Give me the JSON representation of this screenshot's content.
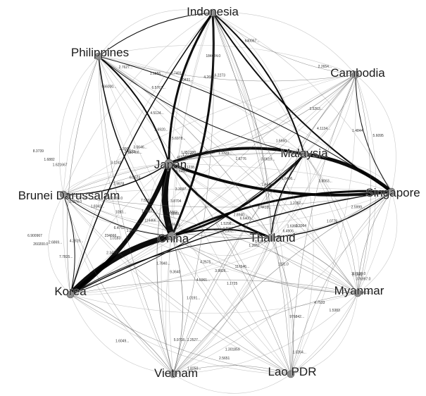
{
  "nodes": [
    {
      "id": "indonesia",
      "label": "Indonesia"
    },
    {
      "id": "philippines",
      "label": "Philippines"
    },
    {
      "id": "cambodia",
      "label": "Cambodia"
    },
    {
      "id": "japan",
      "label": "Japan"
    },
    {
      "id": "malaysia",
      "label": "Malaysia"
    },
    {
      "id": "singapore",
      "label": "Singapore"
    },
    {
      "id": "brunei",
      "label": "Brunei Darussalam"
    },
    {
      "id": "china",
      "label": "China"
    },
    {
      "id": "thailand",
      "label": "Thailand"
    },
    {
      "id": "korea",
      "label": "Korea"
    },
    {
      "id": "myanmar",
      "label": "Myanmar"
    },
    {
      "id": "vietnam",
      "label": "Vietnam"
    },
    {
      "id": "laopdr",
      "label": "Lao PDR"
    }
  ],
  "edges": [
    {
      "from": "japan",
      "to": "china",
      "weight": 9
    },
    {
      "from": "korea",
      "to": "china",
      "weight": 8
    },
    {
      "from": "korea",
      "to": "japan",
      "weight": 6
    },
    {
      "from": "japan",
      "to": "malaysia",
      "weight": 4
    },
    {
      "from": "japan",
      "to": "singapore",
      "weight": 4
    },
    {
      "from": "malaysia",
      "to": "singapore",
      "weight": 5
    },
    {
      "from": "china",
      "to": "malaysia",
      "weight": 3
    },
    {
      "from": "china",
      "to": "singapore",
      "weight": 3
    },
    {
      "from": "japan",
      "to": "thailand",
      "weight": 3
    },
    {
      "from": "china",
      "to": "thailand",
      "weight": 2
    },
    {
      "from": "indonesia",
      "to": "japan",
      "weight": 3
    },
    {
      "from": "indonesia",
      "to": "china",
      "weight": 3
    },
    {
      "from": "indonesia",
      "to": "singapore",
      "weight": 2
    },
    {
      "from": "indonesia",
      "to": "malaysia",
      "weight": 2
    },
    {
      "from": "indonesia",
      "to": "korea",
      "weight": 1.5
    },
    {
      "from": "philippines",
      "to": "japan",
      "weight": 2
    },
    {
      "from": "philippines",
      "to": "china",
      "weight": 1.5
    },
    {
      "from": "philippines",
      "to": "indonesia",
      "weight": 1
    },
    {
      "from": "philippines",
      "to": "malaysia",
      "weight": 1
    },
    {
      "from": "philippines",
      "to": "singapore",
      "weight": 1
    },
    {
      "from": "brunei",
      "to": "japan",
      "weight": 1.5
    },
    {
      "from": "brunei",
      "to": "korea",
      "weight": 1
    },
    {
      "from": "brunei",
      "to": "china",
      "weight": 1
    },
    {
      "from": "korea",
      "to": "singapore",
      "weight": 1.5
    },
    {
      "from": "korea",
      "to": "malaysia",
      "weight": 1
    },
    {
      "from": "korea",
      "to": "thailand",
      "weight": 1
    },
    {
      "from": "thailand",
      "to": "singapore",
      "weight": 1.5
    },
    {
      "from": "thailand",
      "to": "malaysia",
      "weight": 1.5
    },
    {
      "from": "cambodia",
      "to": "singapore",
      "weight": 1
    },
    {
      "from": "cambodia",
      "to": "japan",
      "weight": 0.6
    },
    {
      "from": "cambodia",
      "to": "thailand",
      "weight": 0.6
    },
    {
      "from": "myanmar",
      "to": "china",
      "weight": 0.7
    },
    {
      "from": "myanmar",
      "to": "thailand",
      "weight": 0.7
    },
    {
      "from": "myanmar",
      "to": "singapore",
      "weight": 0.6
    },
    {
      "from": "vietnam",
      "to": "china",
      "weight": 0.8
    },
    {
      "from": "vietnam",
      "to": "japan",
      "weight": 0.8
    },
    {
      "from": "vietnam",
      "to": "korea",
      "weight": 0.7
    },
    {
      "from": "vietnam",
      "to": "singapore",
      "weight": 0.6
    },
    {
      "from": "vietnam",
      "to": "thailand",
      "weight": 0.5
    },
    {
      "from": "vietnam",
      "to": "laopdr",
      "weight": 0.4
    },
    {
      "from": "laopdr",
      "to": "thailand",
      "weight": 0.6
    },
    {
      "from": "laopdr",
      "to": "china",
      "weight": 0.4
    },
    {
      "from": "laopdr",
      "to": "japan",
      "weight": 0.4
    },
    {
      "from": "laopdr",
      "to": "korea",
      "weight": 0.3
    },
    {
      "from": "laopdr",
      "to": "myanmar",
      "weight": 0.3
    },
    {
      "from": "myanmar",
      "to": "japan",
      "weight": 0.4
    },
    {
      "from": "myanmar",
      "to": "korea",
      "weight": 0.3
    },
    {
      "from": "cambodia",
      "to": "korea",
      "weight": 0.4
    },
    {
      "from": "cambodia",
      "to": "china",
      "weight": 0.4
    },
    {
      "from": "cambodia",
      "to": "malaysia",
      "weight": 0.4
    },
    {
      "from": "brunei",
      "to": "singapore",
      "weight": 0.4
    },
    {
      "from": "brunei",
      "to": "malaysia",
      "weight": 0.4
    },
    {
      "from": "brunei",
      "to": "thailand",
      "weight": 0.3
    },
    {
      "from": "philippines",
      "to": "thailand",
      "weight": 0.6
    },
    {
      "from": "philippines",
      "to": "korea",
      "weight": 0.6
    },
    {
      "from": "indonesia",
      "to": "thailand",
      "weight": 0.8
    },
    {
      "from": "indonesia",
      "to": "cambodia",
      "weight": 0.3
    },
    {
      "from": "vietnam",
      "to": "malaysia",
      "weight": 0.4
    },
    {
      "from": "myanmar",
      "to": "malaysia",
      "weight": 0.3
    },
    {
      "from": "laopdr",
      "to": "singapore",
      "weight": 0.3
    },
    {
      "from": "vietnam",
      "to": "indonesia",
      "weight": 0.3
    },
    {
      "from": "vietnam",
      "to": "brunei",
      "weight": 0.2
    },
    {
      "from": "laopdr",
      "to": "indonesia",
      "weight": 0.2
    },
    {
      "from": "laopdr",
      "to": "brunei",
      "weight": 0.2
    },
    {
      "from": "myanmar",
      "to": "brunei",
      "weight": 0.2
    },
    {
      "from": "myanmar",
      "to": "indonesia",
      "weight": 0.2
    },
    {
      "from": "philippines",
      "to": "vietnam",
      "weight": 0.3
    },
    {
      "from": "philippines",
      "to": "myanmar",
      "weight": 0.2
    },
    {
      "from": "philippines",
      "to": "cambodia",
      "weight": 0.3
    },
    {
      "from": "philippines",
      "to": "laopdr",
      "weight": 0.2
    },
    {
      "from": "cambodia",
      "to": "vietnam",
      "weight": 0.4
    },
    {
      "from": "cambodia",
      "to": "myanmar",
      "weight": 0.3
    },
    {
      "from": "cambodia",
      "to": "laopdr",
      "weight": 0.2
    },
    {
      "from": "cambodia",
      "to": "brunei",
      "weight": 0.2
    },
    {
      "from": "myanmar",
      "to": "vietnam",
      "weight": 0.3
    }
  ],
  "edge_labels": [
    "1.8342...",
    "5.1879....",
    "234666....",
    "2.1662",
    "181466...",
    "5.9718...",
    "3.1238...",
    "7.5296...",
    "1.3735",
    "3.1242",
    "2.2802...",
    "5.6095",
    "1101.0",
    "1.4446...",
    "2.3475...",
    "5.6978...",
    "1.0264...",
    "114466...",
    "6.8523...",
    "976842...",
    "1.7840...",
    "376997.0",
    "2.5651",
    "1.0227...",
    "3.0646...",
    "6.2273",
    "1.2652",
    "1.3362",
    "1.2064",
    "6.5767...",
    "1.6406...",
    "1.0183",
    "7.7825...",
    "6.4752...",
    "4.2575...",
    "7.7997",
    "1.2527...",
    "2.2654...",
    "1.4844",
    "4.2669...",
    "3.3097...",
    "9.3640",
    "1.1725",
    "1.1856...",
    "1.8250...",
    "1.2757...",
    "2.4123",
    "4.4122...",
    "2.6869...",
    "2.3006...",
    "4.7533",
    "3.0619...",
    "1.4410...",
    "2.7401",
    "2.7627...",
    "1.301859",
    "4.8961...",
    "2.8940...",
    "1.621667",
    "1.6776",
    "3.8704",
    "1.0191...",
    "6.4906...",
    "3.9826...",
    "1.3339...",
    "1.5298...",
    "6.6400...",
    "309520...",
    "1093...",
    "2.5999...",
    "4.3519...",
    "1.6049...",
    "4.0431...",
    "4.5961...",
    "117600.0",
    "6.6400...",
    "117646...",
    "1.0776",
    "1.2648",
    "1.6882",
    "2.9978...",
    "1.5383",
    "4.5124...",
    "4.1134...",
    "260200.0",
    "1.6660...",
    "37374.0",
    "640067...",
    "8.3739",
    "566000...",
    "7.5609...",
    "3.8063...",
    "2.6920...",
    "184624.0",
    "331793.0",
    "3.5263...",
    "1.6360...",
    "6.900967",
    "419216...",
    "1.057388"
  ],
  "colors": {
    "node_fill": "#8a8a8a",
    "edge_color": "#000000",
    "background": "#ffffff"
  }
}
